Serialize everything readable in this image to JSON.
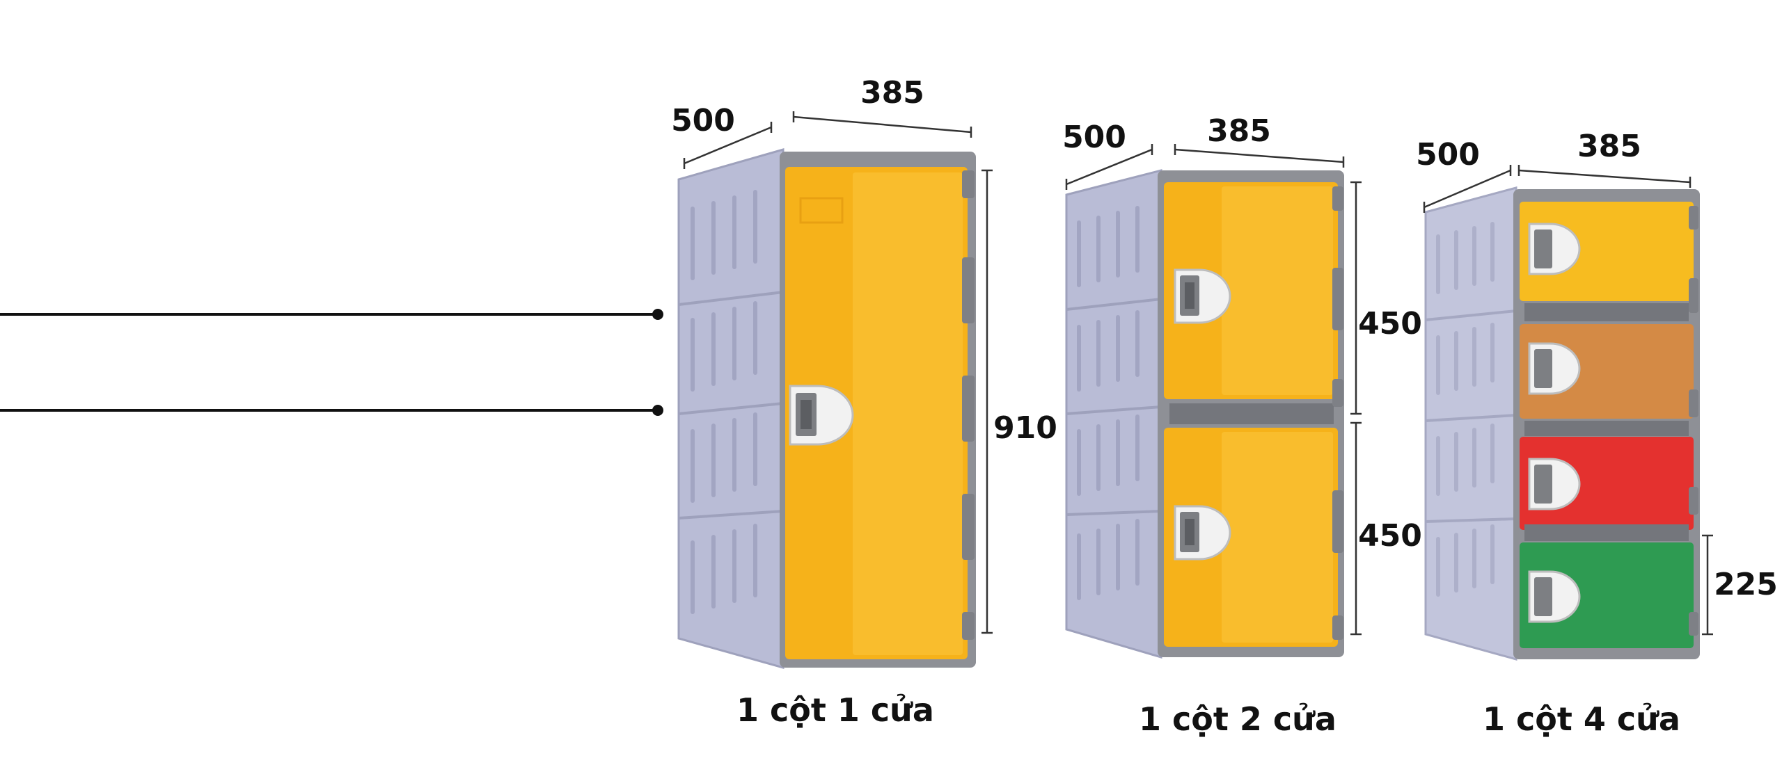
{
  "callouts": [
    {
      "label": ""
    },
    {
      "label": ""
    }
  ],
  "lockers": [
    {
      "caption": "1 cột 1 cửa",
      "depth": "500",
      "width": "385",
      "heights": [
        "910"
      ],
      "door_colors": [
        "#F6B21A"
      ]
    },
    {
      "caption": "1 cột 2 cửa",
      "depth": "500",
      "width": "385",
      "heights": [
        "450",
        "450"
      ],
      "door_colors": [
        "#F6B21A",
        "#F6B21A"
      ]
    },
    {
      "caption": "1 cột 4 cửa",
      "depth": "500",
      "width": "385",
      "heights": [
        "225"
      ],
      "door_colors": [
        "#F7BC20",
        "#D48A45",
        "#E4312F",
        "#2E9B52"
      ]
    }
  ],
  "colors": {
    "body_grey": "#B9BCD6",
    "frame_grey": "#8E9096",
    "handle": "#F2F2F2"
  }
}
